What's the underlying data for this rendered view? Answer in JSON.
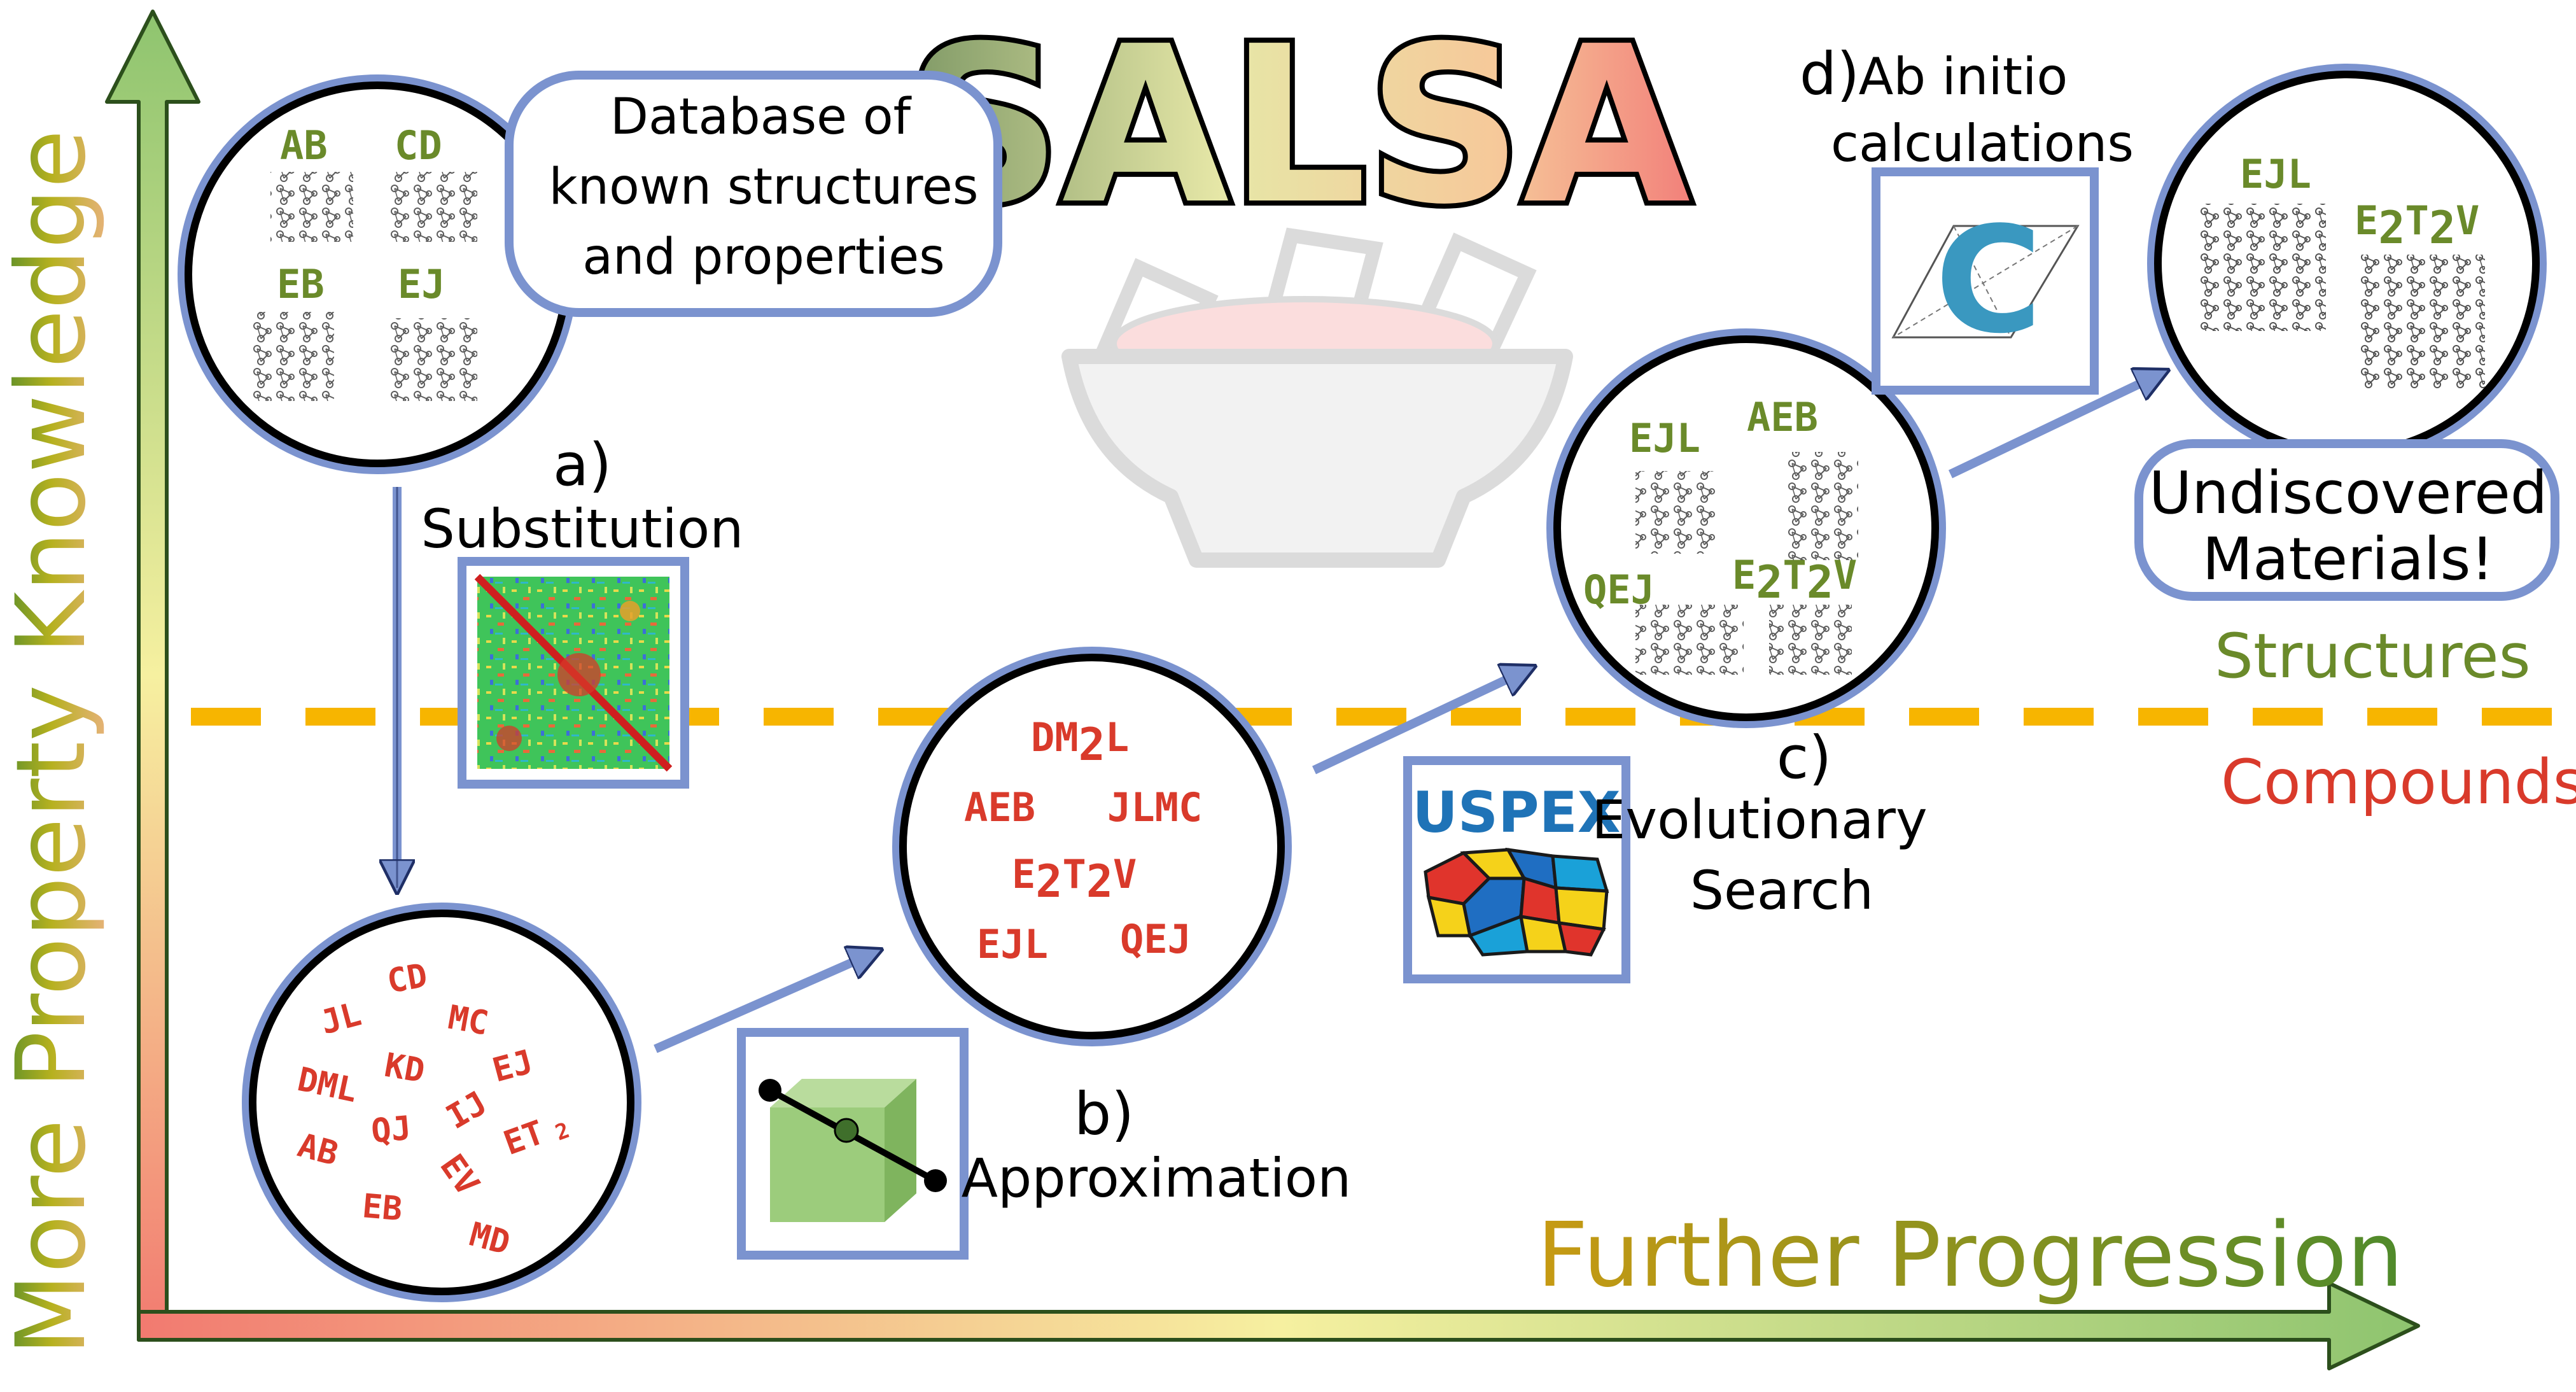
{
  "title": "SALSA",
  "axes": {
    "y_label": "More Property Knowledge",
    "x_label": "Further Progression"
  },
  "regions": {
    "upper": "Structures",
    "lower": "Compounds"
  },
  "database_box": [
    "Database of",
    "known structures",
    "and properties"
  ],
  "step_a": {
    "letter": "a)",
    "label": "Substitution"
  },
  "step_b": {
    "letter": "b)",
    "label": "Approximation"
  },
  "step_c": {
    "letter": "c)",
    "label_lines": [
      "Evolutionary",
      "Search"
    ],
    "logo": "USPEX"
  },
  "step_d": {
    "letter": "d)",
    "label_lines": [
      "Ab initio",
      "calculations"
    ],
    "icon_letter": "C"
  },
  "undiscovered": [
    "Undiscovered",
    "Materials!"
  ],
  "circles": {
    "database": [
      "AB",
      "CD",
      "EB",
      "EJ"
    ],
    "all_compounds": [
      "CD",
      "JL",
      "MC",
      "KD",
      "DML",
      "EJ",
      "IJ",
      "QJ",
      "AB",
      "EV",
      "ET",
      "2",
      "EB",
      "MD"
    ],
    "approximated": {
      "line1a": "DM",
      "line1b": "2",
      "line1c": "L",
      "line2a": "AEB",
      "line2b": "JLMC",
      "line3a": "E",
      "line3b": "2",
      "line3c": "T",
      "line3d": "2",
      "line3e": "V",
      "line4a": "EJL",
      "line4b": "QEJ"
    },
    "structures": {
      "a": "EJL",
      "b": "AEB",
      "c": "QEJ",
      "d1": "E",
      "d2": "2",
      "d3": "T",
      "d4": "2",
      "d5": "V"
    },
    "final": {
      "a": "EJL",
      "b1": "E",
      "b2": "2",
      "b3": "T",
      "b4": "2",
      "b5": "V"
    }
  },
  "colors": {
    "circle_border": "#7b93cf",
    "compound_text": "#d93a2b",
    "structure_text": "#6a8a2a",
    "divider": "#f7b500"
  }
}
